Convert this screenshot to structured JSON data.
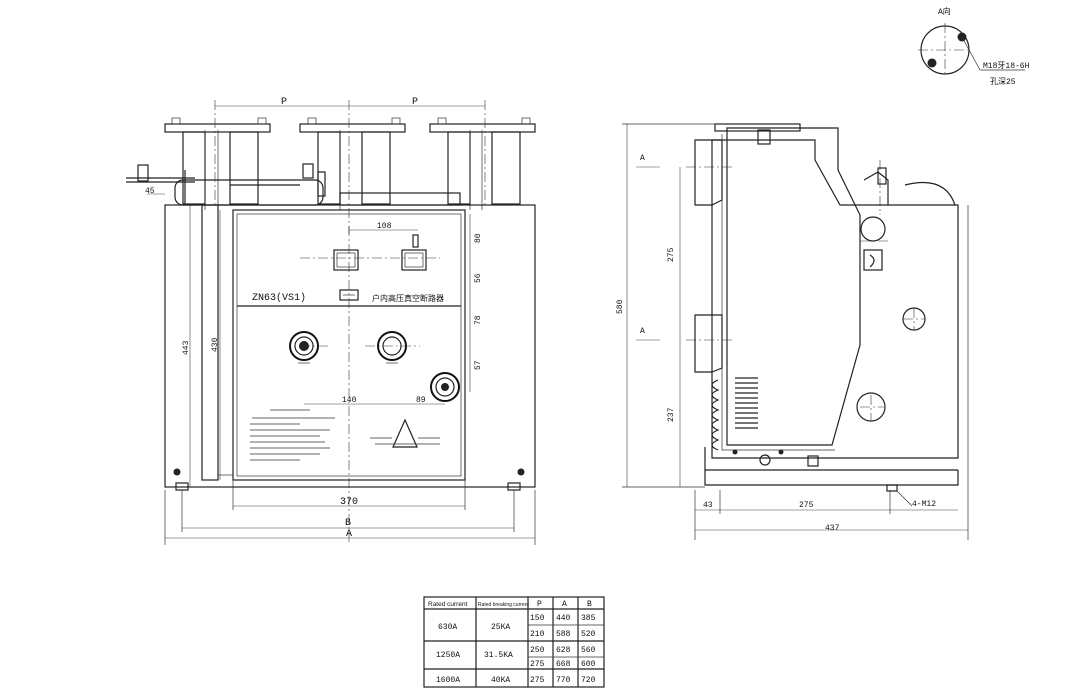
{
  "front_view": {
    "dims": {
      "p_left": "P",
      "p_right": "P",
      "d45": "45",
      "d443": "443",
      "d430": "430",
      "d108": "108",
      "d80": "80",
      "d56": "56",
      "d78": "78",
      "d57": "57",
      "d140": "140",
      "d89": "89",
      "d370": "370",
      "b": "B",
      "a": "A"
    },
    "model_label": "ZN63(VS1)",
    "model_chinese": "户内高压真空断路器"
  },
  "side_view": {
    "dims": {
      "a_top": "A",
      "a_bottom": "A",
      "d580": "580",
      "d275v": "275",
      "d237": "237",
      "d43": "43",
      "d275h": "275",
      "d437": "437",
      "m12": "4-M12"
    }
  },
  "detail_a": {
    "title": "A向",
    "thread": "M18牙18-6H",
    "depth": "孔深25"
  },
  "table": {
    "headers": [
      "Rated current",
      "Rated breaking current",
      "P",
      "A",
      "B"
    ],
    "groups": [
      {
        "current": "630A",
        "breaking": "25KA",
        "rows": [
          [
            "150",
            "440",
            "385"
          ],
          [
            "210",
            "588",
            "520"
          ]
        ]
      },
      {
        "current": "1250A",
        "breaking": "31.5KA",
        "rows": [
          [
            "250",
            "628",
            "560"
          ],
          [
            "275",
            "668",
            "600"
          ]
        ]
      },
      {
        "current": "1600A",
        "breaking": "40KA",
        "rows": [
          [
            "275",
            "770",
            "720"
          ]
        ]
      }
    ]
  }
}
